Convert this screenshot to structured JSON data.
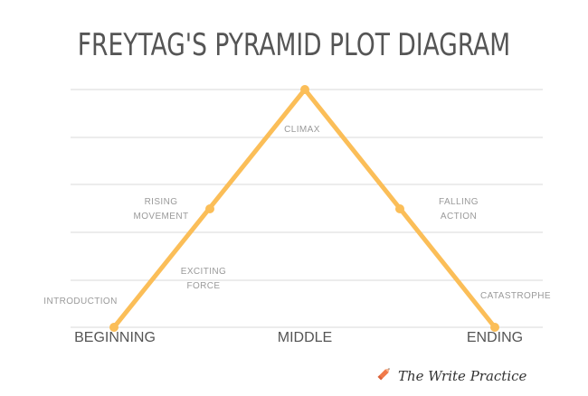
{
  "title": "FREYTAG'S PYRAMID PLOT DIAGRAM",
  "stages": {
    "introduction": "INTRODUCTION",
    "exciting_force": [
      "EXCITING",
      "FORCE"
    ],
    "rising_movement": [
      "RISING",
      "MOVEMENT"
    ],
    "climax": "CLIMAX",
    "falling_action": [
      "FALLING",
      "ACTION"
    ],
    "catastrophe": "CATASTROPHE"
  },
  "axis": {
    "beginning": "BEGINNING",
    "middle": "MIDDLE",
    "ending": "ENDING"
  },
  "brand": {
    "text": "The Write Practice",
    "icon": "pencil-icon"
  },
  "colors": {
    "line": "#FBBE58",
    "grid": "#D9D9D9",
    "title": "#555555",
    "brand_icon": "#F07A4A"
  }
}
